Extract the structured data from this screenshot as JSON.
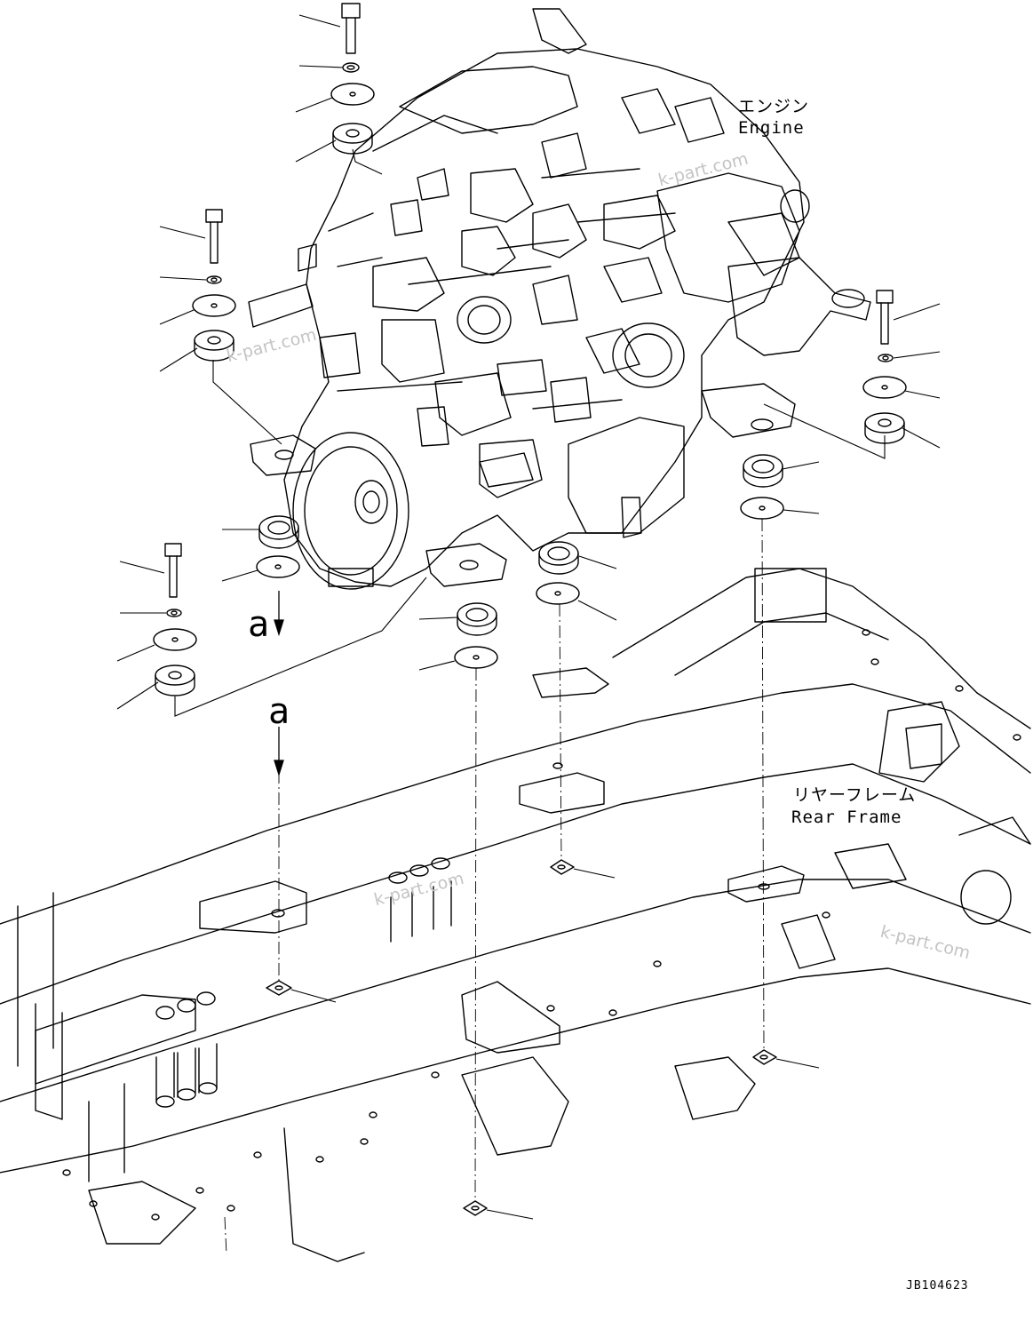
{
  "labels": {
    "engine_jp": "エンジン",
    "engine_en": "Engine",
    "frame_jp": "リヤーフレーム",
    "frame_en": "Rear Frame"
  },
  "view_marker": "a",
  "drawing_code": "JB104623",
  "watermark": "k-part.com"
}
